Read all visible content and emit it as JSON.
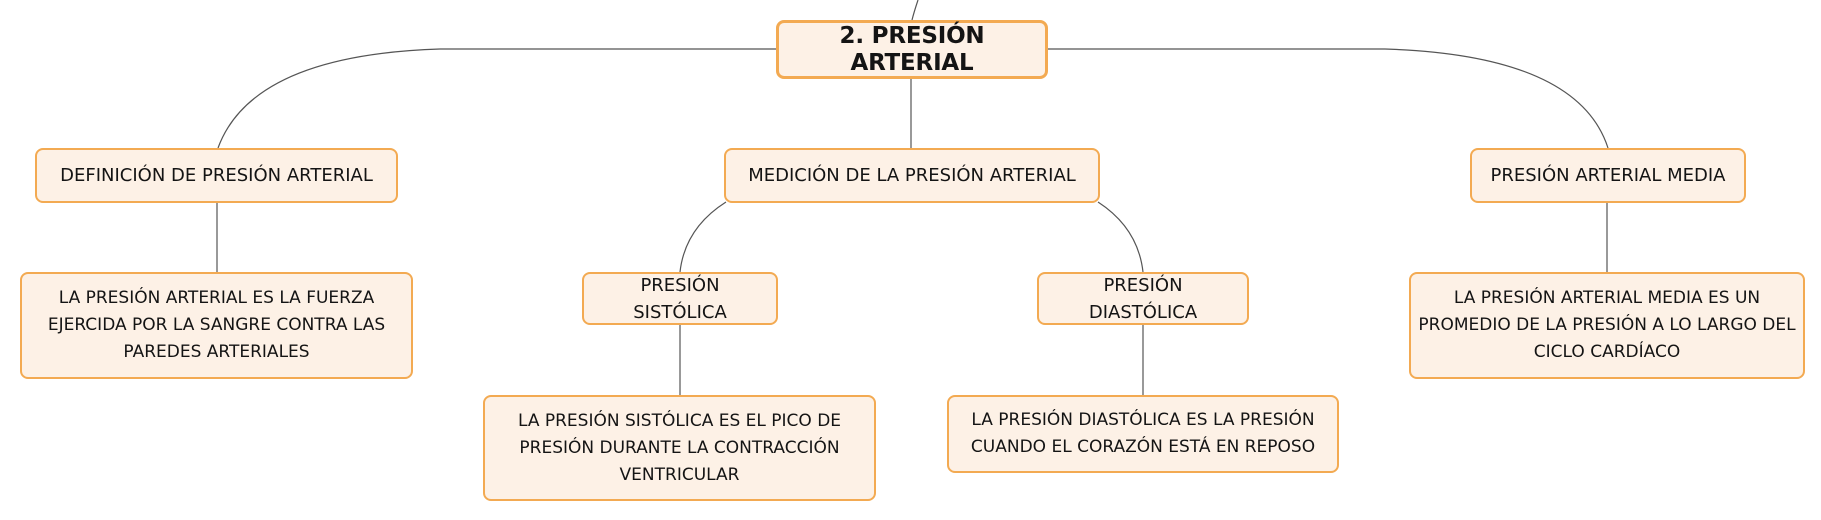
{
  "root": {
    "label": "2. PRESIÓN ARTERIAL"
  },
  "branches": [
    {
      "label": "DEFINICIÓN DE PRESIÓN ARTERIAL",
      "detail": "LA PRESIÓN ARTERIAL ES LA FUERZA EJERCIDA POR LA SANGRE CONTRA LAS PAREDES ARTERIALES"
    },
    {
      "label": "MEDICIÓN DE LA PRESIÓN ARTERIAL",
      "children": [
        {
          "label": "PRESIÓN SISTÓLICA",
          "detail": "LA PRESIÓN SISTÓLICA ES EL PICO DE PRESIÓN DURANTE LA CONTRACCIÓN VENTRICULAR"
        },
        {
          "label": "PRESIÓN DIASTÓLICA",
          "detail": "LA PRESIÓN DIASTÓLICA ES LA PRESIÓN CUANDO EL CORAZÓN ESTÁ EN REPOSO"
        }
      ]
    },
    {
      "label": "PRESIÓN ARTERIAL MEDIA",
      "detail": "LA PRESIÓN ARTERIAL MEDIA ES UN PROMEDIO DE LA PRESIÓN A LO LARGO DEL CICLO CARDÍACO"
    }
  ],
  "colors": {
    "node_fill": "#fdf1e6",
    "node_border": "#f3aa52",
    "connector": "#555555",
    "text": "#141414"
  }
}
